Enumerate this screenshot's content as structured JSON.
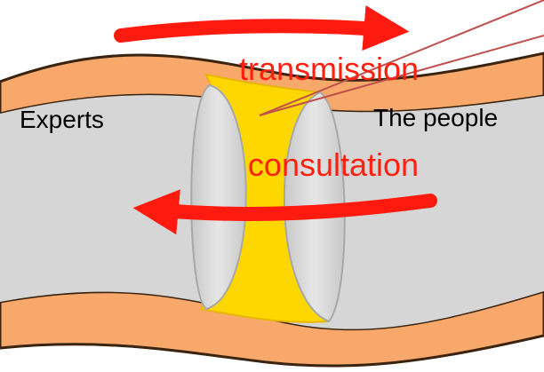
{
  "diagram": {
    "left_label": "Experts",
    "right_label": "The people",
    "top_arrow_label": "transmission",
    "bottom_arrow_label": "consultation"
  },
  "colors": {
    "arrow": "#ff1a10",
    "arrow_text": "#ff2010",
    "pointer_line": "#c0504d",
    "band_orange": "#f7a86a",
    "band_edge": "#3a2410",
    "tube_grey": "#d6d6d6",
    "lens_fill": "#dcdcdc",
    "lens_edge": "#a8a8a8",
    "core_yellow": "#ffd700",
    "core_edge": "#e8b800",
    "label_text": "#000000"
  }
}
